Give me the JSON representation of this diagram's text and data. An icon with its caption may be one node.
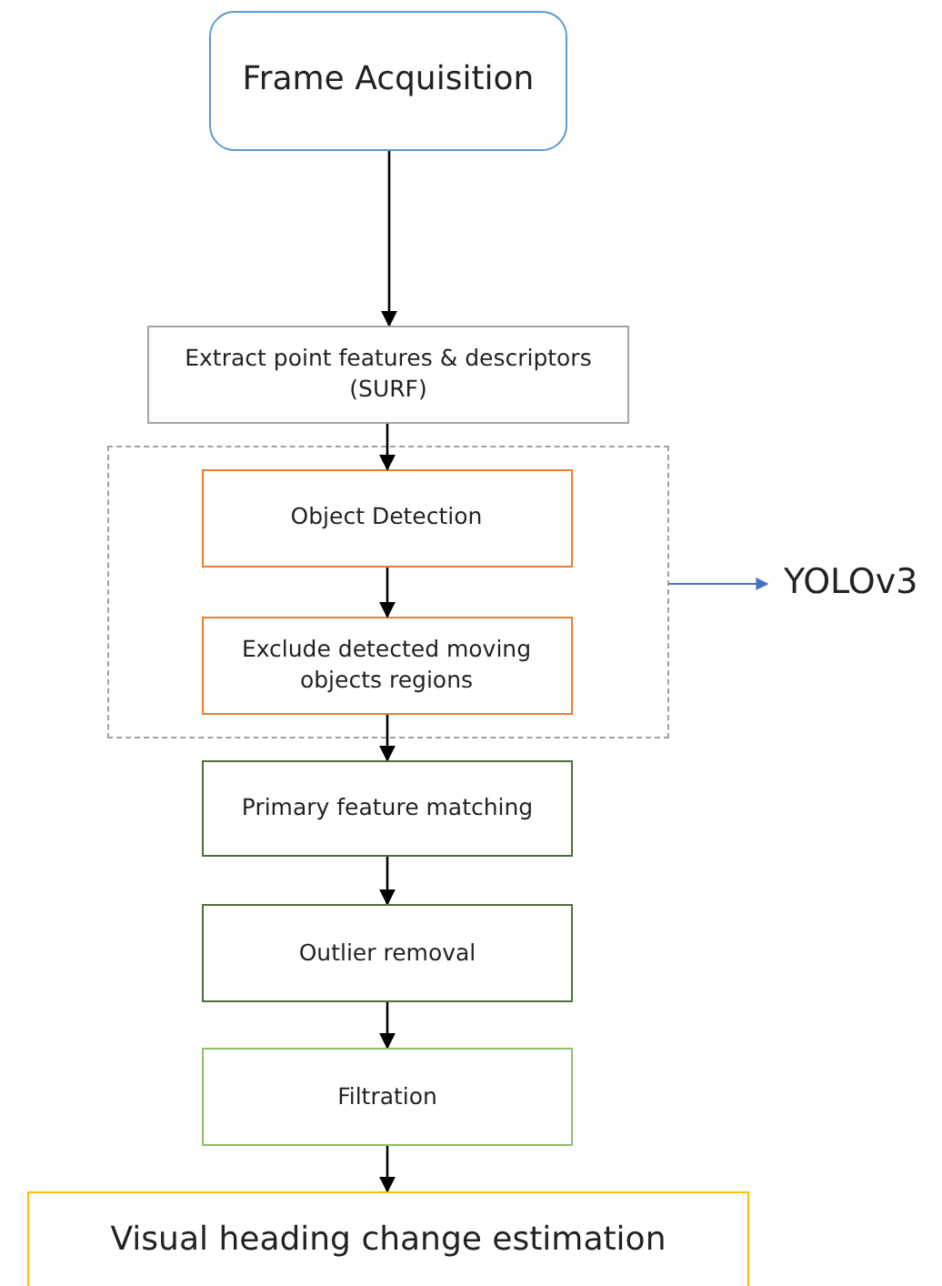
{
  "diagram": {
    "nodes": [
      {
        "text": [
          "Frame Acquisition"
        ]
      },
      {
        "text": [
          "Extract point features & descriptors (SURF)"
        ]
      },
      {
        "text": [],
        "shape": "box"
      },
      {
        "text": [
          "Object Detection"
        ],
        "in": 2
      },
      {
        "text": [
          "Exclude detected moving objects regions"
        ],
        "in": 2
      },
      {
        "text": [
          "Primary feature matching"
        ]
      },
      {
        "text": [
          "Outlier removal"
        ]
      },
      {
        "text": [
          "Filtration"
        ]
      },
      {
        "text": [
          "Visual heading change estimation"
        ]
      },
      {
        "text": [
          "YOLOv3"
        ]
      }
    ],
    "edges": [
      {
        "from": 0,
        "to": 1,
        "arrow": "to"
      },
      {
        "from": 1,
        "to": 3,
        "arrow": "to"
      },
      {
        "from": 3,
        "to": 4,
        "arrow": "to"
      },
      {
        "from": 4,
        "to": 5,
        "arrow": "to"
      },
      {
        "from": 5,
        "to": 6,
        "arrow": "to"
      },
      {
        "from": 6,
        "to": 7,
        "arrow": "to"
      },
      {
        "from": 7,
        "to": 8,
        "arrow": "to"
      },
      {
        "from": 2,
        "to": 9,
        "arrow": "to",
        "color": "#4472c4"
      }
    ]
  }
}
